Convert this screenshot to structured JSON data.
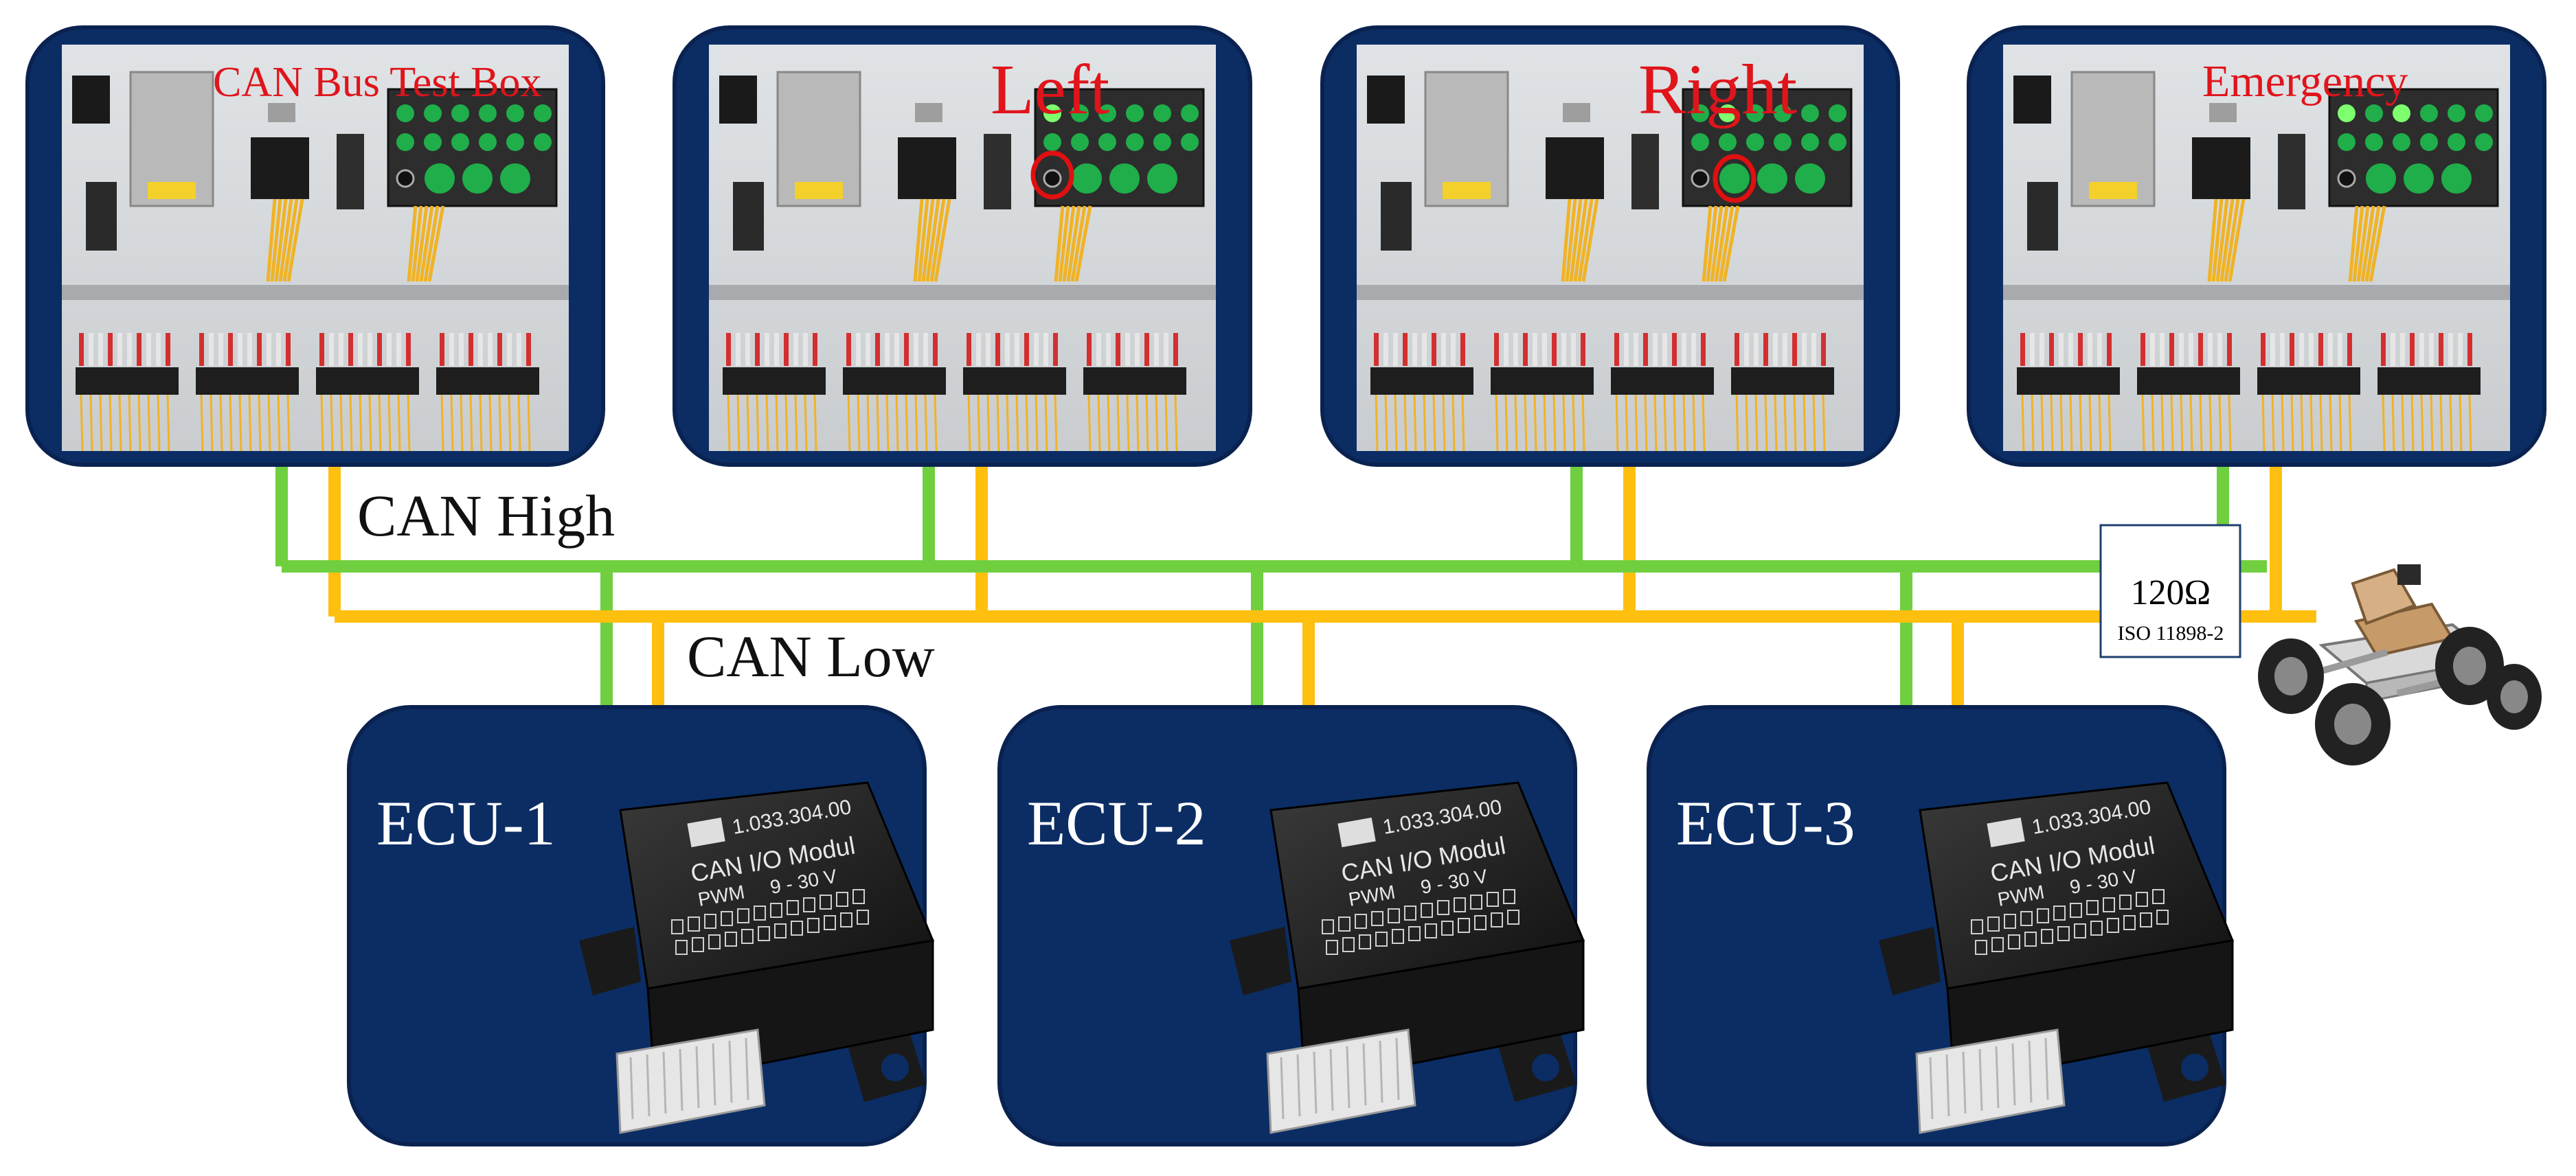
{
  "test_boxes": [
    {
      "title": "CAN Bus Test Box",
      "lit_led": null,
      "highlight": false
    },
    {
      "title": "Left",
      "lit_led": "left",
      "highlight": true
    },
    {
      "title": "Right",
      "lit_led": "right",
      "highlight": true
    },
    {
      "title": "Emergency",
      "lit_led": "both",
      "highlight": false
    }
  ],
  "bus": {
    "high_label": "CAN High",
    "low_label": "CAN Low",
    "high_color": "#6fcf3f",
    "low_color": "#ffbf0f"
  },
  "terminator": {
    "value": "120Ω",
    "standard": "ISO 11898-2"
  },
  "ecus": [
    {
      "label": "ECU-1"
    },
    {
      "label": "ECU-2"
    },
    {
      "label": "ECU-3"
    }
  ],
  "module": {
    "part_number": "1.033.304.00",
    "name": "CAN I/O Modul",
    "spec_left": "PWM",
    "spec_right": "9 - 30 V"
  },
  "colors": {
    "panel_navy": "#0b2d64",
    "panel_border": "#0a2250",
    "title_red": "#e0141b",
    "led_green": "#1fae4a",
    "led_lit": "#7dff6e",
    "marker_red": "#e01010"
  },
  "icons": [
    "test-box-photo",
    "ecu-module-photo",
    "rover-vehicle-icon"
  ]
}
